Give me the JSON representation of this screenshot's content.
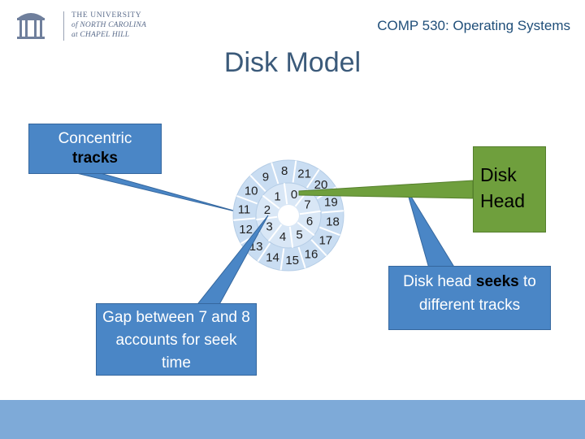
{
  "header": {
    "logo_lines": [
      "THE UNIVERSITY",
      "of NORTH CAROLINA",
      "at CHAPEL HILL"
    ],
    "course": "COMP 530: Operating Systems"
  },
  "title": "Disk Model",
  "callouts": {
    "tracks": {
      "pre": "Concentric",
      "bold": "tracks"
    },
    "gap": "Gap between 7 and 8 accounts for seek time",
    "head": "Disk Head",
    "seeks": {
      "pre": "Disk head ",
      "bold": "seeks",
      "post": " to different tracks"
    }
  },
  "disk": {
    "inner": [
      "0",
      "1",
      "2",
      "3",
      "4",
      "5",
      "6",
      "7"
    ],
    "outer": [
      "8",
      "9",
      "10",
      "11",
      "12",
      "13",
      "14",
      "15",
      "16",
      "17",
      "18",
      "19",
      "20",
      "21"
    ]
  },
  "colors": {
    "callout_blue": "#4a86c6",
    "head_green": "#6f9f3d",
    "disk_fill": "#c9ddf2",
    "footer": "#7eaad8"
  }
}
